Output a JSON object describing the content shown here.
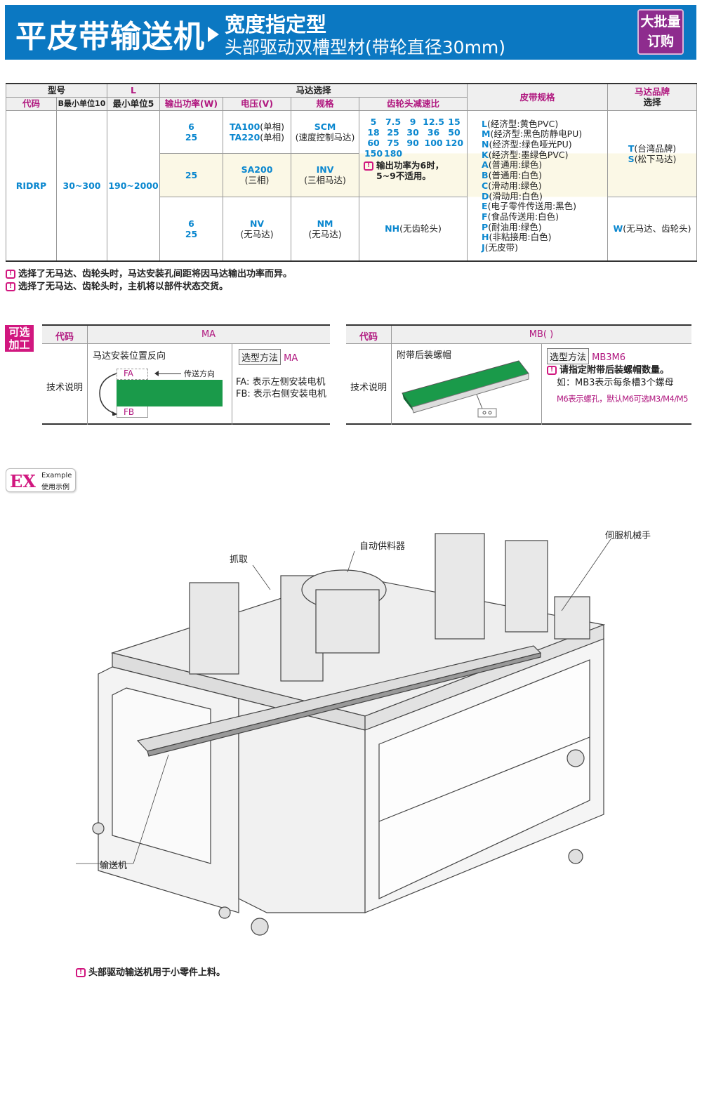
{
  "header": {
    "title": "平皮带输送机",
    "subtitle1": "宽度指定型",
    "subtitle2": "头部驱动双槽型材(带轮直径30mm)",
    "badge_line1": "大批量",
    "badge_line2": "订购"
  },
  "table": {
    "h_model": "型号",
    "h_code": "代码",
    "h_b": "B最小单位10",
    "h_l_letter": "L",
    "h_l": "最小单位5",
    "h_motor": "马达选择",
    "h_power": "输出功率(W)",
    "h_voltage": "电压(V)",
    "h_spec": "规格",
    "h_gear": "齿轮头减速比",
    "h_belt": "皮带规格",
    "h_brand1": "马达品牌",
    "h_brand2": "选择",
    "code": "RIDRP",
    "b_range": "30~300",
    "l_range": "190~2000",
    "rows": [
      {
        "power": "6\n25",
        "voltage": [
          "TA100",
          "(单相)",
          "TA220",
          "(单相)"
        ],
        "spec": [
          "SCM",
          "(速度控制马达)"
        ]
      },
      {
        "power": "25",
        "voltage": [
          "SA200",
          "(三相)"
        ],
        "spec": [
          "INV",
          "(三相马达)"
        ]
      },
      {
        "power": "6\n25",
        "voltage": [
          "NV",
          "(无马达)"
        ],
        "spec": [
          "NM",
          "(无马达)"
        ],
        "gear": [
          "NH",
          "(无齿轮头)"
        ]
      }
    ],
    "gear_ratios": [
      "5",
      "7.5",
      "9",
      "12.5",
      "15",
      "18",
      "25",
      "30",
      "36",
      "50",
      "60",
      "75",
      "90",
      "100",
      "120",
      "150",
      "180"
    ],
    "gear_note": "输出功率为6时，5~9不适用。",
    "belts": [
      [
        "L",
        "(经济型:黄色PVC)"
      ],
      [
        "M",
        "(经济型:黑色防静电PU)"
      ],
      [
        "N",
        "(经济型:绿色哑光PU)"
      ],
      [
        "K",
        "(经济型:墨绿色PVC)"
      ],
      [
        "A",
        "(普通用:绿色)"
      ],
      [
        "B",
        "(普通用:白色)"
      ],
      [
        "C",
        "(滑动用:绿色)"
      ],
      [
        "D",
        "(滑动用:白色)"
      ],
      [
        "E",
        "(电子零件传送用:黑色)"
      ],
      [
        "F",
        "(食品传送用:白色)"
      ],
      [
        "P",
        "(耐油用:绿色)"
      ],
      [
        "H",
        "(非粘接用:白色)"
      ],
      [
        "J",
        "(无皮带)"
      ]
    ],
    "brands": [
      [
        "T",
        "(台湾品牌)"
      ],
      [
        "S",
        "(松下马达)"
      ],
      [
        "W",
        "(无马达、齿轮头)"
      ]
    ]
  },
  "notes": [
    "选择了无马达、齿轮头时，马达安装孔间距将因马达输出功率而异。",
    "选择了无马达、齿轮头时，主机将以部件状态交货。"
  ],
  "options": {
    "tag": "可选加工",
    "ma": {
      "code_label": "代码",
      "code": "MA",
      "tech_label": "技术说明",
      "desc": "马达安装位置反向",
      "fa": "FA",
      "fb": "FB",
      "dir": "传送方向",
      "sel_label": "选型方法",
      "sel_value": "MA",
      "fa_desc": "FA: 表示左侧安装电机",
      "fb_desc": "FB: 表示右侧安装电机"
    },
    "mb": {
      "code_label": "代码",
      "code": "MB( )",
      "tech_label": "技术说明",
      "desc": "附带后装螺帽",
      "sel_label": "选型方法",
      "sel_value": "MB3M6",
      "note1": "请指定附带后装螺帽数量。",
      "note2": "如：MB3表示每条槽3个螺母",
      "note3": "M6表示螺孔，默认M6可选M3/M4/M5"
    }
  },
  "example": {
    "ex": "EX",
    "en": "Example",
    "cn": "使用示例",
    "labels": {
      "grab": "抓取",
      "feeder": "自动供料器",
      "robot": "伺服机械手",
      "conveyor": "输送机"
    },
    "note": "头部驱动输送机用于小零件上料。"
  },
  "colors": {
    "banner": "#0b78c2",
    "accent_blue": "#0a87cf",
    "magenta": "#b0177f",
    "badge": "#8e2c8e",
    "belt_green": "#1a9a4a"
  }
}
